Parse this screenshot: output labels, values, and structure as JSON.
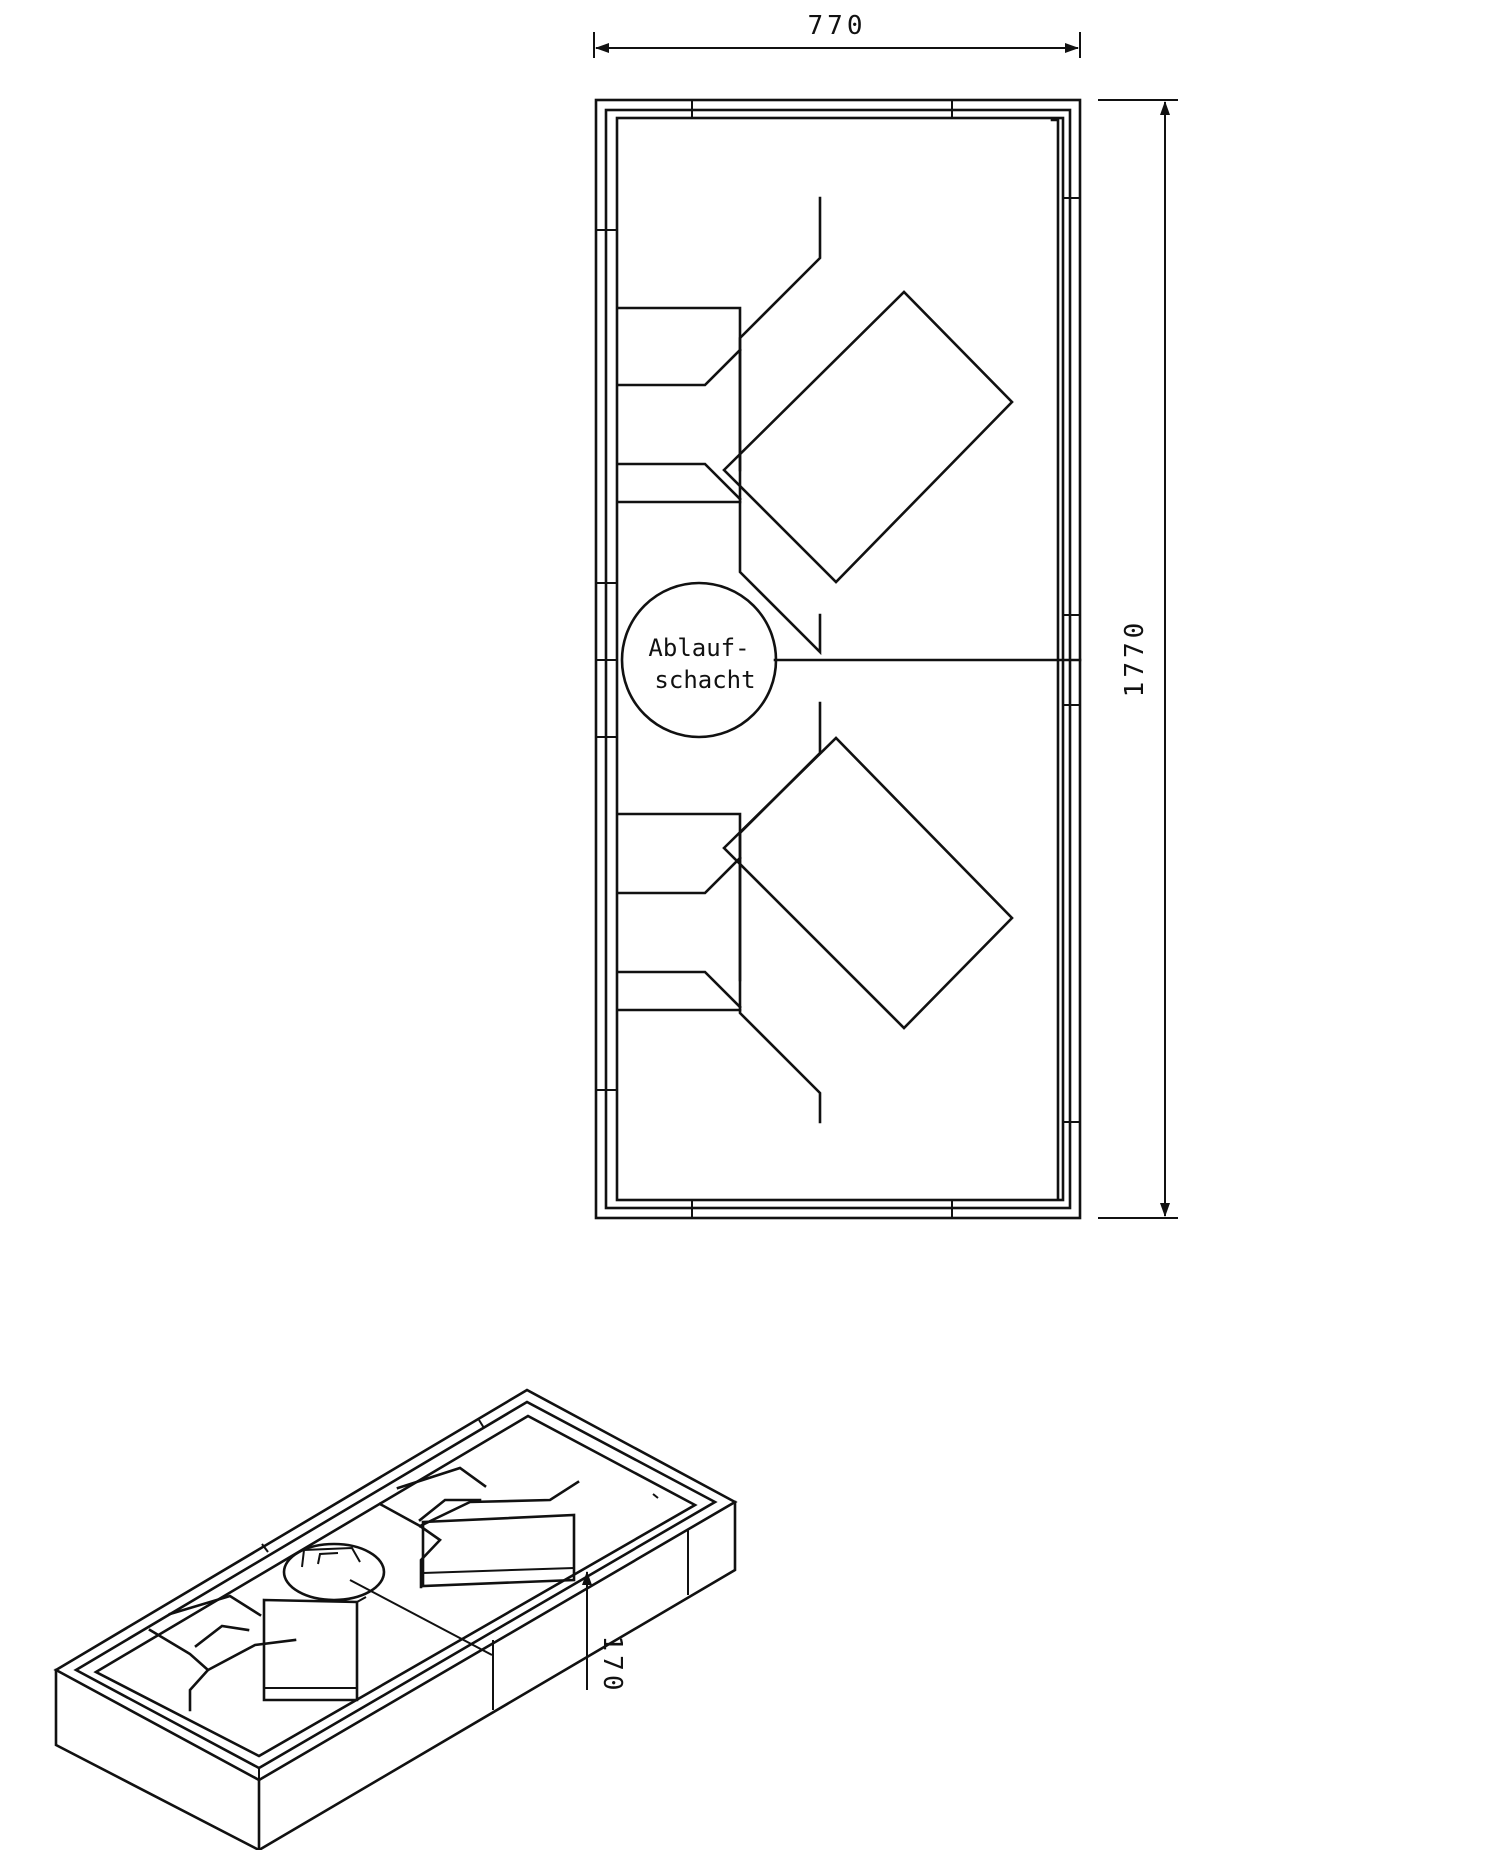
{
  "top_view": {
    "width_label": "770",
    "height_label": "1770",
    "drain_label_line1": "Ablauf-",
    "drain_label_line2": "schacht"
  },
  "iso_view": {
    "depth_label": "170"
  }
}
